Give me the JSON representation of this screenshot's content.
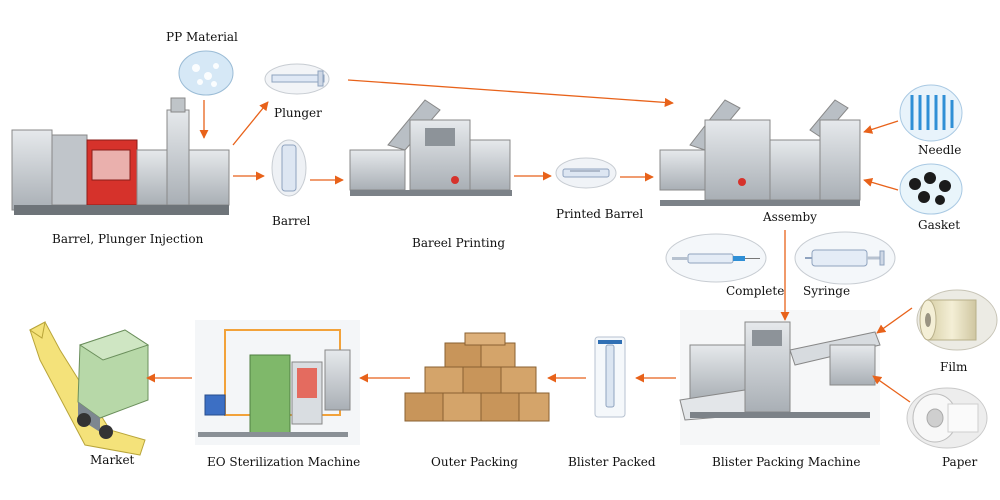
{
  "labels": {
    "pp_material": "PP Material",
    "plunger": "Plunger",
    "barrel": "Barrel",
    "injection": "Barrel, Plunger Injection",
    "bareel_printing": "Bareel Printing",
    "printed_barrel": "Printed Barrel",
    "assemby": "Assemby",
    "needle": "Needle",
    "gasket": "Gasket",
    "complete": "Complete",
    "syringe": "Syringe",
    "film": "Film",
    "paper": "Paper",
    "blister_packing_machine": "Blister Packing Machine",
    "blister_packed": "Blister Packed",
    "outer_packing": "Outer Packing",
    "eo_sterilization": "EO Sterilization Machine",
    "market": "Market"
  },
  "colors": {
    "arrow": "#e8621a",
    "machine_gray": "#c9cdd1",
    "machine_red": "#d6322b",
    "box_brown": "#c8955a",
    "truck_green": "#b7d8a8",
    "road_yellow": "#f4e27a",
    "needle_blue": "#2f8fd6",
    "gasket_black": "#1b1b1b"
  }
}
